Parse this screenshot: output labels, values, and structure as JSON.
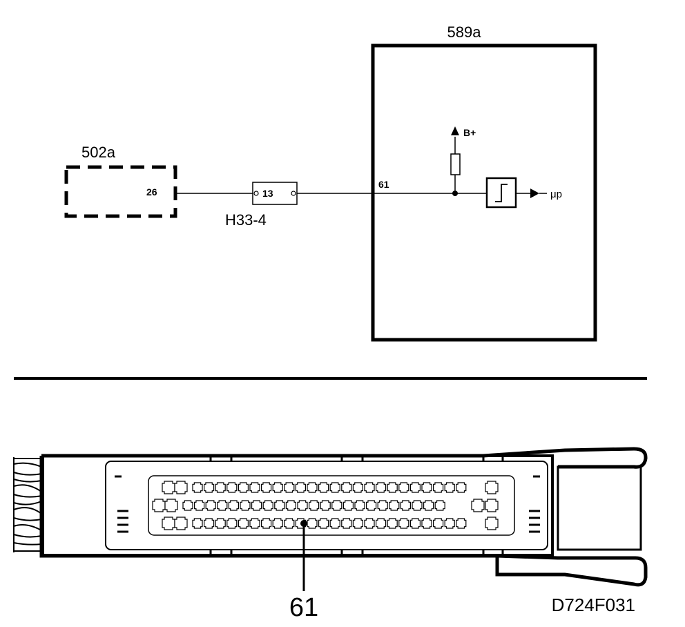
{
  "schematic": {
    "ecu_label": "589a",
    "sensor_label": "502a",
    "sensor_pin": "26",
    "connector_pin": "13",
    "connector_label": "H33-4",
    "wire_label": "61",
    "supply_label": "B+",
    "output_label": "μp"
  },
  "connector_view": {
    "pin_callout": "61",
    "drawing_code": "D724F031"
  }
}
